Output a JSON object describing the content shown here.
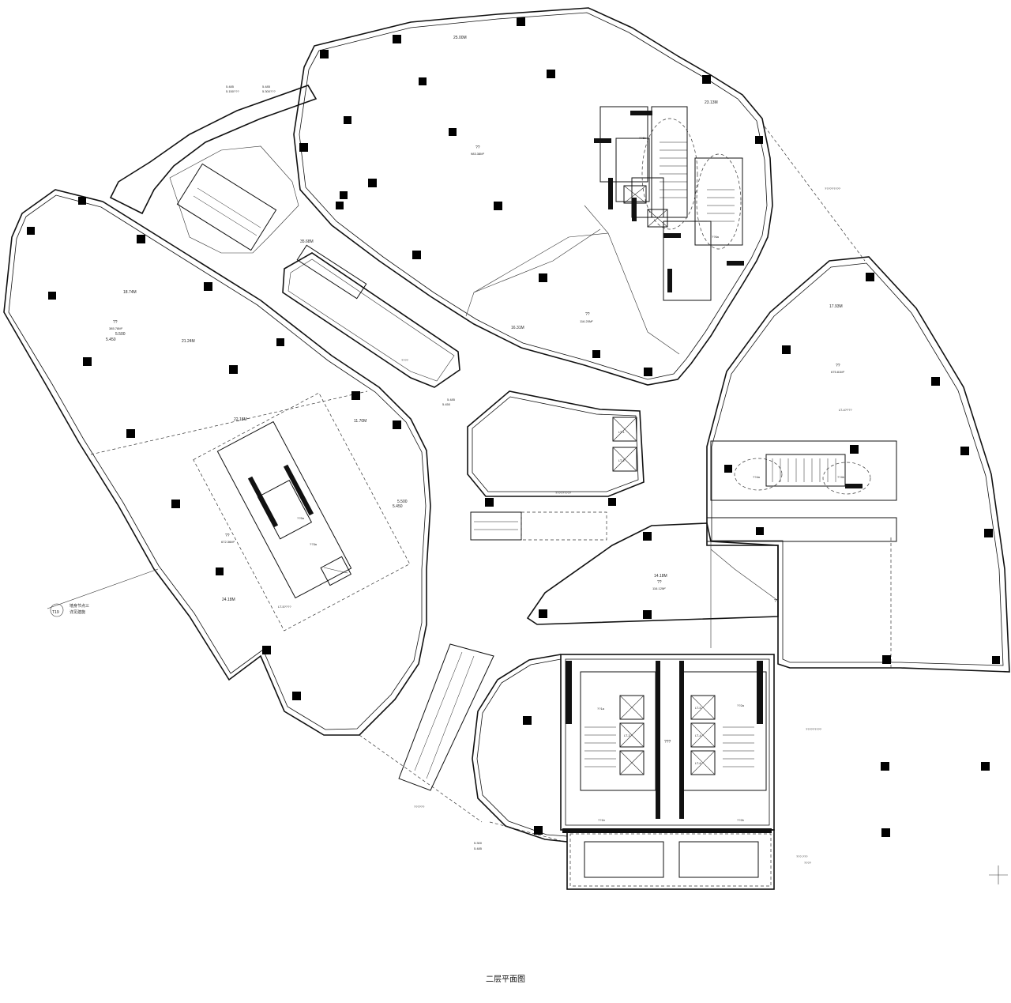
{
  "drawing": {
    "title": "二层平面图",
    "dimensions": [
      "25.00M",
      "23.13M",
      "18.74M",
      "21.24M",
      "35.68M",
      "16.31M",
      "17.93M",
      "22.18M",
      "11.70M",
      "14.18M",
      "24.18M"
    ],
    "rooms": [
      "??",
      "??",
      "??",
      "??",
      "??",
      "??",
      "??",
      "???"
    ],
    "room_areas": [
      "983.38M²",
      "385.78M²",
      "116.20M²",
      "675.81M²",
      "672.36M²",
      "116.12M²"
    ],
    "room_codes": [
      "??4a",
      "??4b",
      "??1a",
      "??2a",
      "??1b",
      "??2b",
      "??5a",
      "??6b",
      "??6a",
      "??3a"
    ],
    "levels": [
      "5.485",
      "5.500",
      "5.450",
      "5.500",
      "5.450",
      "5.485",
      "5.450",
      "5.485",
      "5.300"
    ],
    "level_marks": [
      "5.150???",
      "5.300???"
    ],
    "callouts": {
      "detail_text_1": "墙身节点三",
      "detail_text_2": "详见建施",
      "detail_code": "T19",
      "lt5": "LT-5????",
      "lt4": "LT-4????",
      "ramp_note": "?????????",
      "a1": "?????????",
      "a2": "?????????",
      "a3": "??????",
      "a4": "????",
      "a5": "???.???",
      "a6": "????"
    },
    "lift_tags": [
      "LT-1",
      "LT-2",
      "LT-3",
      "LT-4",
      "LT-5",
      "LT-6"
    ]
  }
}
